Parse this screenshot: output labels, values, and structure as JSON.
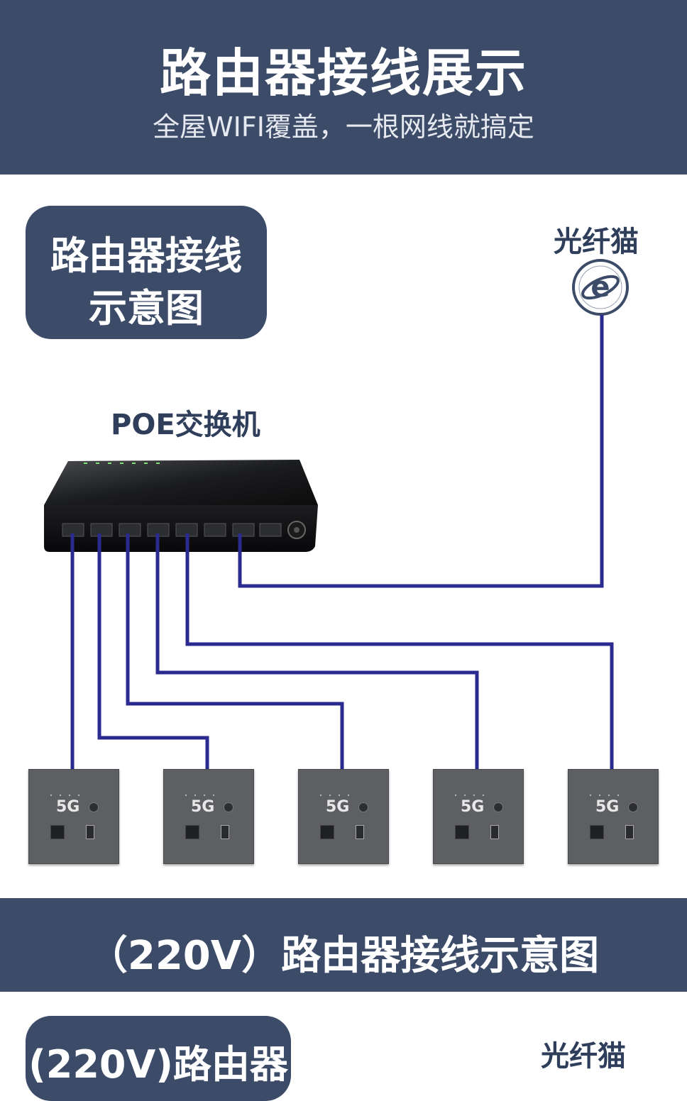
{
  "header": {
    "title": "路由器接线展示",
    "subtitle": "全屋WIFI覆盖，一根网线就搞定"
  },
  "diagram": {
    "box_title_line1": "路由器接线",
    "box_title_line2": "示意图",
    "modem_label": "光纤猫",
    "modem_icon": "internet-explorer-e-icon",
    "switch_label": "POE交换机",
    "wire_color": "#2a2a8f",
    "panel_label": "5G",
    "panel_count": 5
  },
  "section2": {
    "title": "（220V）路由器接线示意图",
    "box_title_line1": "(220V)路由器",
    "modem_label": "光纤猫"
  },
  "colors": {
    "band": "#3b4b68",
    "label_text": "#2f3e5a"
  }
}
